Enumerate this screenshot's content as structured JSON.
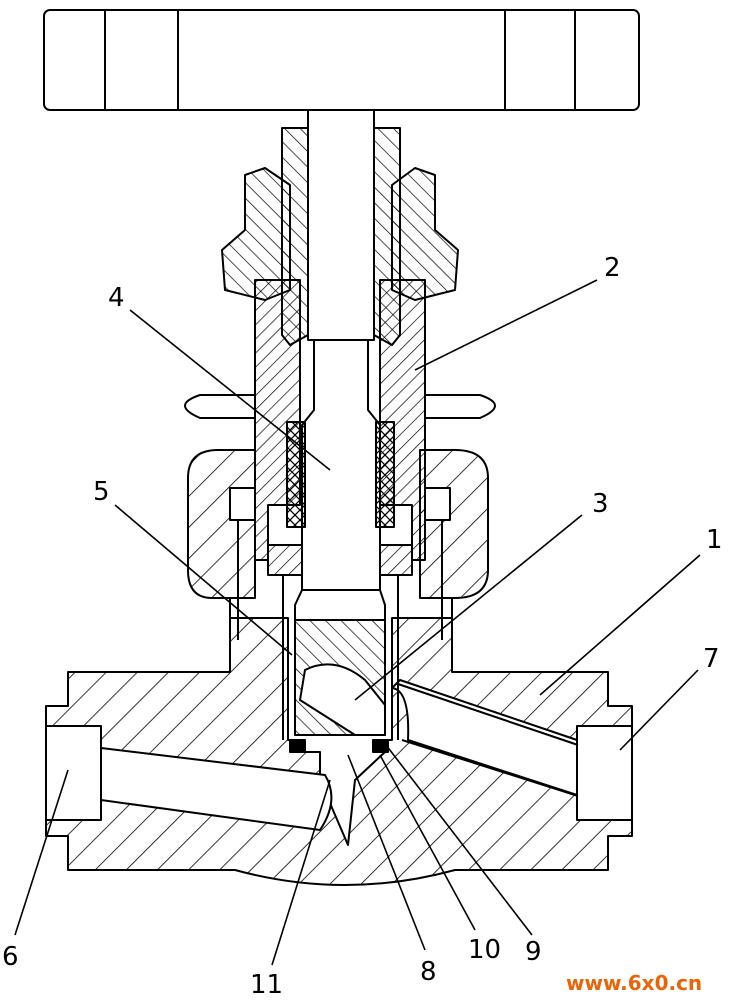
{
  "labels": {
    "l1": "1",
    "l2": "2",
    "l3": "3",
    "l4": "4",
    "l5": "5",
    "l6": "6",
    "l7": "7",
    "l8": "8",
    "l9": "9",
    "l10": "10",
    "l11": "11"
  },
  "watermark": "www.6x0.cn",
  "colors": {
    "line": "#000000",
    "watermark": "#e8650a",
    "background": "#ffffff"
  }
}
